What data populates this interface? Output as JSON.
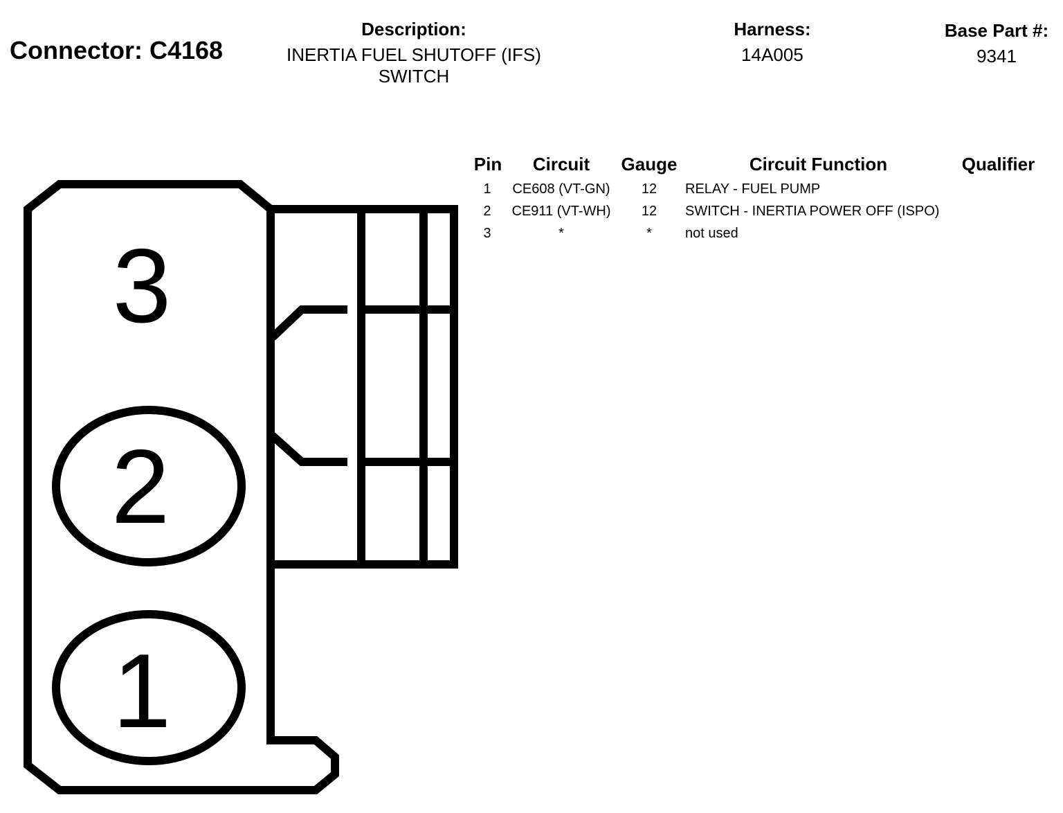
{
  "header": {
    "connector_title": "Connector: C4168",
    "description_label": "Description:",
    "description_line1": "INERTIA FUEL SHUTOFF (IFS)",
    "description_line2": "SWITCH",
    "harness_label": "Harness:",
    "harness_value": "14A005",
    "base_part_label": "Base Part #:",
    "base_part_value": "9341"
  },
  "table": {
    "headers": {
      "pin": "Pin",
      "circuit": "Circuit",
      "gauge": "Gauge",
      "function": "Circuit Function",
      "qualifier": "Qualifier"
    },
    "rows": [
      {
        "pin": "1",
        "circuit": "CE608 (VT-GN)",
        "gauge": "12",
        "function": "RELAY - FUEL PUMP",
        "qualifier": ""
      },
      {
        "pin": "2",
        "circuit": "CE911 (VT-WH)",
        "gauge": "12",
        "function": "SWITCH - INERTIA POWER OFF (ISPO)",
        "qualifier": ""
      },
      {
        "pin": "3",
        "circuit": "*",
        "gauge": "*",
        "function": "not used",
        "qualifier": ""
      }
    ]
  },
  "diagram": {
    "pin_labels": [
      "3",
      "2",
      "1"
    ],
    "line_color": "#000000"
  }
}
